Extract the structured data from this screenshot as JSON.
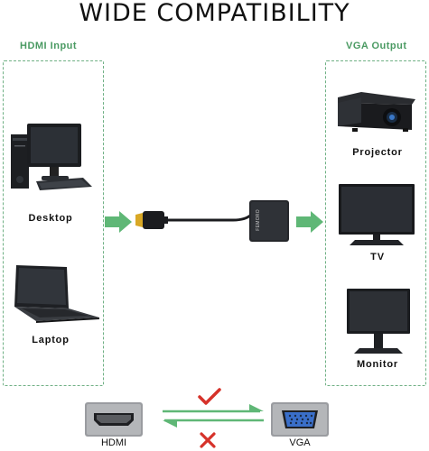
{
  "title": "WIDE COMPATIBILITY",
  "input_panel": {
    "label": "HDMI Input",
    "devices": [
      {
        "label": "Desktop",
        "icon": "desktop-computer-icon"
      },
      {
        "label": "Laptop",
        "icon": "laptop-icon"
      }
    ]
  },
  "output_panel": {
    "label": "VGA Output",
    "devices": [
      {
        "label": "Projector",
        "icon": "projector-icon"
      },
      {
        "label": "TV",
        "icon": "tv-icon"
      },
      {
        "label": "Monitor",
        "icon": "monitor-icon"
      }
    ]
  },
  "adapter": {
    "brand": "FEMORO",
    "icon": "hdmi-to-vga-adapter-icon"
  },
  "direction_legend": {
    "source_label": "HDMI",
    "target_label": "VGA",
    "forward_status": "check",
    "reverse_status": "cross"
  },
  "colors": {
    "accent_green": "#4a9a62",
    "arrow_green": "#5fb776",
    "check_red": "#d6322a"
  }
}
